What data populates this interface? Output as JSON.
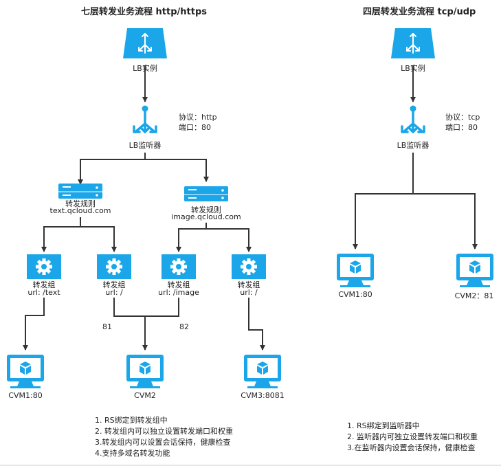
{
  "colors": {
    "accent": "#1aa6e8",
    "line": "#333333"
  },
  "left": {
    "title": "七层转发业务流程 http/https",
    "lb_label": "LB实例",
    "listener_label": "LB监听器",
    "protocol": "协议：http",
    "port": "端口：80",
    "rule1": {
      "label": "转发规则",
      "domain": "text.qcloud.com"
    },
    "rule2": {
      "label": "转发规则",
      "domain": "image.qcloud.com"
    },
    "groups": [
      {
        "label": "转发组",
        "url": "url: /text"
      },
      {
        "label": "转发组",
        "url": "url: /"
      },
      {
        "label": "转发组",
        "url": "url: /image"
      },
      {
        "label": "转发组",
        "url": "url: /"
      }
    ],
    "port_a": "81",
    "port_b": "82",
    "cvms": [
      "CVM1:80",
      "CVM2",
      "CVM3:8081"
    ],
    "notes": [
      "1. RS绑定到转发组中",
      "2. 转发组内可以独立设置转发端口和权重",
      "3.转发组内可以设置会话保持，健康检查",
      "4.支持多域名转发功能"
    ]
  },
  "right": {
    "title": "四层转发业务流程 tcp/udp",
    "lb_label": "LB实例",
    "listener_label": "LB监听器",
    "protocol": "协议：tcp",
    "port": "端口：80",
    "cvms": [
      "CVM1:80",
      "CVM2：81"
    ],
    "notes": [
      "1. RS绑定到监听器中",
      "2. 监听器内可独立设置转发端口和权重",
      "3.在监听器内设置会话保持，健康检查"
    ]
  }
}
